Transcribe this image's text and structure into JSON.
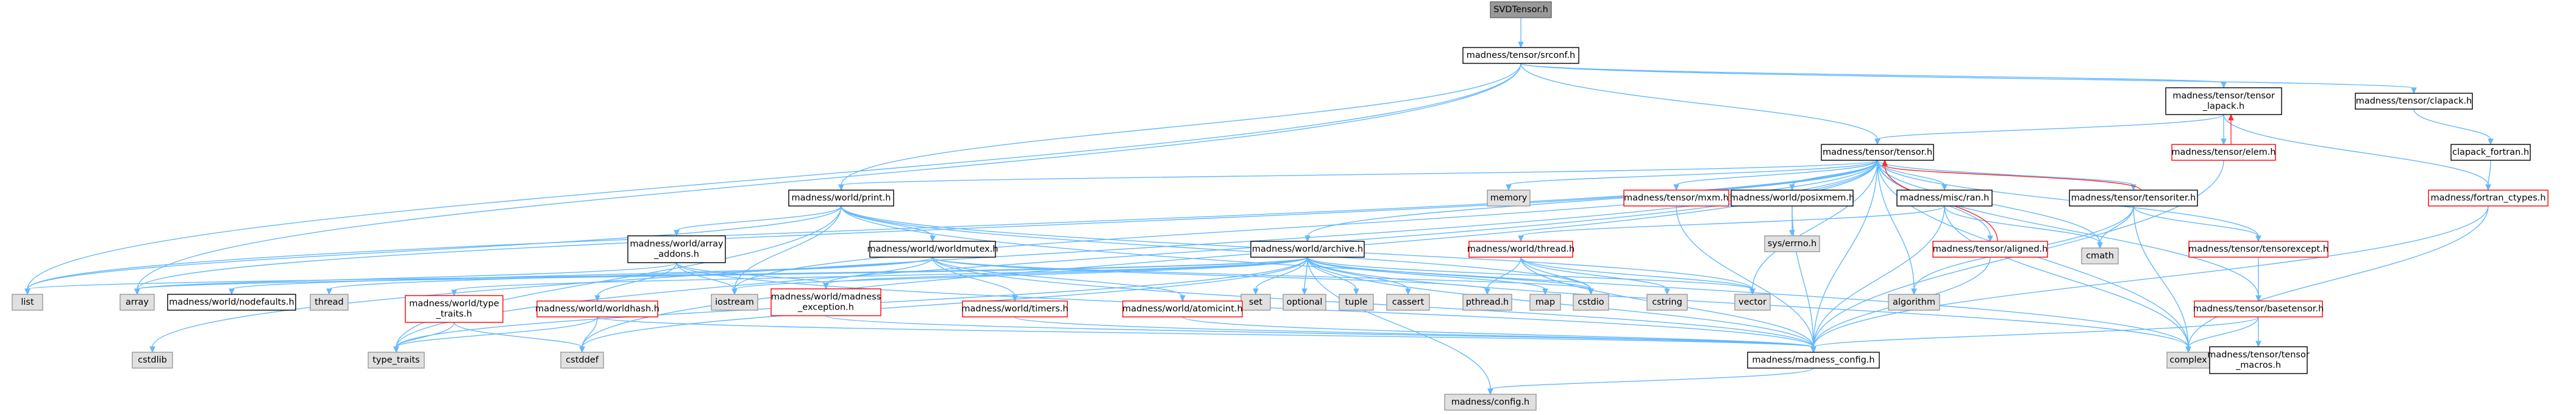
{
  "graph": {
    "nodes": [
      {
        "id": "svdtensor",
        "lines": [
          "SVDTensor.h"
        ],
        "style": "root"
      },
      {
        "id": "srconf",
        "lines": [
          "madness/tensor/srconf.h"
        ],
        "style": "normal"
      },
      {
        "id": "tensor",
        "lines": [
          "madness/tensor/tensor.h"
        ],
        "style": "normal"
      },
      {
        "id": "tensor_lapack",
        "lines": [
          "madness/tensor/tensor",
          "_lapack.h"
        ],
        "style": "normal"
      },
      {
        "id": "clapack",
        "lines": [
          "madness/tensor/clapack.h"
        ],
        "style": "normal"
      },
      {
        "id": "elem",
        "lines": [
          "madness/tensor/elem.h"
        ],
        "style": "red"
      },
      {
        "id": "clapack_fortran",
        "lines": [
          "clapack_fortran.h"
        ],
        "style": "normal"
      },
      {
        "id": "fortran_ctypes",
        "lines": [
          "madness/fortran_ctypes.h"
        ],
        "style": "red"
      },
      {
        "id": "print",
        "lines": [
          "madness/world/print.h"
        ],
        "style": "normal"
      },
      {
        "id": "memory",
        "lines": [
          "memory"
        ],
        "style": "sys"
      },
      {
        "id": "mxm",
        "lines": [
          "madness/tensor/mxm.h"
        ],
        "style": "red"
      },
      {
        "id": "posixmem",
        "lines": [
          "madness/world/posixmem.h"
        ],
        "style": "normal"
      },
      {
        "id": "ran",
        "lines": [
          "madness/misc/ran.h"
        ],
        "style": "normal"
      },
      {
        "id": "tensoriter",
        "lines": [
          "madness/tensor/tensoriter.h"
        ],
        "style": "normal"
      },
      {
        "id": "syserrno",
        "lines": [
          "sys/errno.h"
        ],
        "style": "sys"
      },
      {
        "id": "cmath",
        "lines": [
          "cmath"
        ],
        "style": "sys"
      },
      {
        "id": "worldarray",
        "lines": [
          "madness/world/array",
          "_addons.h"
        ],
        "style": "normal"
      },
      {
        "id": "worldmutex",
        "lines": [
          "madness/world/worldmutex.h"
        ],
        "style": "normal"
      },
      {
        "id": "archive",
        "lines": [
          "madness/world/archive.h"
        ],
        "style": "normal"
      },
      {
        "id": "thread",
        "lines": [
          "madness/world/thread.h"
        ],
        "style": "red"
      },
      {
        "id": "aligned",
        "lines": [
          "madness/tensor/aligned.h"
        ],
        "style": "red"
      },
      {
        "id": "tensorexcept",
        "lines": [
          "madness/tensor/tensorexcept.h"
        ],
        "style": "red"
      },
      {
        "id": "basetensor",
        "lines": [
          "madness/tensor/basetensor.h"
        ],
        "style": "red"
      },
      {
        "id": "list",
        "lines": [
          "list"
        ],
        "style": "sys"
      },
      {
        "id": "array",
        "lines": [
          "array"
        ],
        "style": "sys"
      },
      {
        "id": "nodefaults",
        "lines": [
          "madness/world/nodefaults.h"
        ],
        "style": "normal"
      },
      {
        "id": "thread_sys",
        "lines": [
          "thread"
        ],
        "style": "sys"
      },
      {
        "id": "iostream",
        "lines": [
          "iostream"
        ],
        "style": "sys"
      },
      {
        "id": "mad_exception",
        "lines": [
          "madness/world/madness",
          "_exception.h"
        ],
        "style": "red"
      },
      {
        "id": "set",
        "lines": [
          "set"
        ],
        "style": "sys"
      },
      {
        "id": "optional",
        "lines": [
          "optional"
        ],
        "style": "sys"
      },
      {
        "id": "tuple",
        "lines": [
          "tuple"
        ],
        "style": "sys"
      },
      {
        "id": "cassert",
        "lines": [
          "cassert"
        ],
        "style": "sys"
      },
      {
        "id": "pthread",
        "lines": [
          "pthread.h"
        ],
        "style": "sys"
      },
      {
        "id": "map",
        "lines": [
          "map"
        ],
        "style": "sys"
      },
      {
        "id": "cstdio",
        "lines": [
          "cstdio"
        ],
        "style": "sys"
      },
      {
        "id": "cstring",
        "lines": [
          "cstring"
        ],
        "style": "sys"
      },
      {
        "id": "vector",
        "lines": [
          "vector"
        ],
        "style": "sys"
      },
      {
        "id": "algorithm",
        "lines": [
          "algorithm"
        ],
        "style": "sys"
      },
      {
        "id": "type_traits_h",
        "lines": [
          "madness/world/type",
          "_traits.h"
        ],
        "style": "red"
      },
      {
        "id": "worldhash",
        "lines": [
          "madness/world/worldhash.h"
        ],
        "style": "red"
      },
      {
        "id": "timers",
        "lines": [
          "madness/world/timers.h"
        ],
        "style": "red"
      },
      {
        "id": "atomicint",
        "lines": [
          "madness/world/atomicint.h"
        ],
        "style": "red"
      },
      {
        "id": "cstdlib",
        "lines": [
          "cstdlib"
        ],
        "style": "sys"
      },
      {
        "id": "type_traits",
        "lines": [
          "type_traits"
        ],
        "style": "sys"
      },
      {
        "id": "cstddef",
        "lines": [
          "cstddef"
        ],
        "style": "sys"
      },
      {
        "id": "madness_config",
        "lines": [
          "madness/madness_config.h"
        ],
        "style": "normal"
      },
      {
        "id": "complex",
        "lines": [
          "complex"
        ],
        "style": "sys"
      },
      {
        "id": "tensor_macros",
        "lines": [
          "madness/tensor/tensor",
          "_macros.h"
        ],
        "style": "normal"
      },
      {
        "id": "config",
        "lines": [
          "madness/config.h"
        ],
        "style": "sys"
      }
    ],
    "edges": [
      [
        "svdtensor",
        "srconf"
      ],
      [
        "srconf",
        "tensor"
      ],
      [
        "srconf",
        "tensor_lapack"
      ],
      [
        "srconf",
        "clapack"
      ],
      [
        "srconf",
        "print"
      ],
      [
        "srconf",
        "list"
      ],
      [
        "srconf",
        "array"
      ],
      [
        "tensor_lapack",
        "tensor"
      ],
      [
        "tensor_lapack",
        "elem"
      ],
      [
        "tensor_lapack",
        "fortran_ctypes"
      ],
      [
        "elem",
        "tensor_lapack",
        "back"
      ],
      [
        "elem",
        "madness_config"
      ],
      [
        "clapack",
        "clapack_fortran"
      ],
      [
        "clapack_fortran",
        "fortran_ctypes"
      ],
      [
        "fortran_ctypes",
        "complex"
      ],
      [
        "fortran_ctypes",
        "madness_config"
      ],
      [
        "tensor",
        "memory"
      ],
      [
        "tensor",
        "mxm"
      ],
      [
        "tensor",
        "posixmem"
      ],
      [
        "tensor",
        "ran"
      ],
      [
        "tensor",
        "tensoriter"
      ],
      [
        "tensor",
        "cmath"
      ],
      [
        "tensor",
        "print"
      ],
      [
        "tensor",
        "archive"
      ],
      [
        "tensor",
        "aligned"
      ],
      [
        "tensor",
        "tensorexcept"
      ],
      [
        "tensor",
        "basetensor"
      ],
      [
        "tensor",
        "madness_config"
      ],
      [
        "tensor",
        "complex"
      ],
      [
        "tensor",
        "vector"
      ],
      [
        "tensor",
        "list"
      ],
      [
        "tensor",
        "array"
      ],
      [
        "tensor",
        "iostream"
      ],
      [
        "tensor",
        "algorithm"
      ],
      [
        "tensor",
        "cstdlib"
      ],
      [
        "tensor",
        "type_traits"
      ],
      [
        "tensor",
        "cstddef"
      ],
      [
        "mxm",
        "madness_config"
      ],
      [
        "posixmem",
        "syserrno"
      ],
      [
        "posixmem",
        "madness_config"
      ],
      [
        "ran",
        "thread"
      ],
      [
        "ran",
        "madness_config"
      ],
      [
        "ran",
        "complex"
      ],
      [
        "ran",
        "cmath"
      ],
      [
        "tensoriter",
        "tensorexcept"
      ],
      [
        "tensoriter",
        "cmath"
      ],
      [
        "tensoriter",
        "complex"
      ],
      [
        "tensoriter",
        "algorithm"
      ],
      [
        "tensoriter",
        "tensor",
        "back"
      ],
      [
        "aligned",
        "tensor",
        "back"
      ],
      [
        "aligned",
        "madness_config"
      ],
      [
        "tensorexcept",
        "basetensor"
      ],
      [
        "basetensor",
        "madness_config"
      ],
      [
        "basetensor",
        "complex"
      ],
      [
        "basetensor",
        "tensor_macros"
      ],
      [
        "print",
        "worldarray"
      ],
      [
        "print",
        "worldmutex"
      ],
      [
        "print",
        "iostream"
      ],
      [
        "print",
        "complex"
      ],
      [
        "print",
        "list"
      ],
      [
        "print",
        "vector"
      ],
      [
        "print",
        "cstdio"
      ],
      [
        "print",
        "type_traits"
      ],
      [
        "worldarray",
        "mad_exception"
      ],
      [
        "worldarray",
        "worldhash"
      ],
      [
        "worldarray",
        "array"
      ],
      [
        "worldarray",
        "iostream"
      ],
      [
        "worldarray",
        "madness_config"
      ],
      [
        "worldmutex",
        "nodefaults"
      ],
      [
        "worldmutex",
        "mad_exception"
      ],
      [
        "worldmutex",
        "timers"
      ],
      [
        "worldmutex",
        "atomicint"
      ],
      [
        "worldmutex",
        "pthread"
      ],
      [
        "worldmutex",
        "thread_sys"
      ],
      [
        "worldmutex",
        "madness_config"
      ],
      [
        "worldmutex",
        "cstdio"
      ],
      [
        "archive",
        "type_traits_h"
      ],
      [
        "archive",
        "mad_exception"
      ],
      [
        "archive",
        "set"
      ],
      [
        "archive",
        "optional"
      ],
      [
        "archive",
        "tuple"
      ],
      [
        "archive",
        "cassert"
      ],
      [
        "archive",
        "map"
      ],
      [
        "archive",
        "cstdio"
      ],
      [
        "archive",
        "vector"
      ],
      [
        "archive",
        "list"
      ],
      [
        "archive",
        "array"
      ],
      [
        "archive",
        "iostream"
      ],
      [
        "archive",
        "complex"
      ],
      [
        "archive",
        "type_traits"
      ],
      [
        "archive",
        "cstddef"
      ],
      [
        "archive",
        "madness_config"
      ],
      [
        "archive",
        "config"
      ],
      [
        "thread",
        "pthread"
      ],
      [
        "thread",
        "cstring"
      ],
      [
        "thread",
        "vector"
      ],
      [
        "thread",
        "cstdio"
      ],
      [
        "thread",
        "madness_config"
      ],
      [
        "type_traits_h",
        "type_traits"
      ],
      [
        "type_traits_h",
        "cstddef"
      ],
      [
        "worldhash",
        "type_traits"
      ],
      [
        "worldhash",
        "cstddef"
      ],
      [
        "worldhash",
        "madness_config"
      ],
      [
        "timers",
        "madness_config"
      ],
      [
        "atomicint",
        "madness_config"
      ],
      [
        "mad_exception",
        "madness_config"
      ],
      [
        "madness_config",
        "config"
      ]
    ]
  }
}
